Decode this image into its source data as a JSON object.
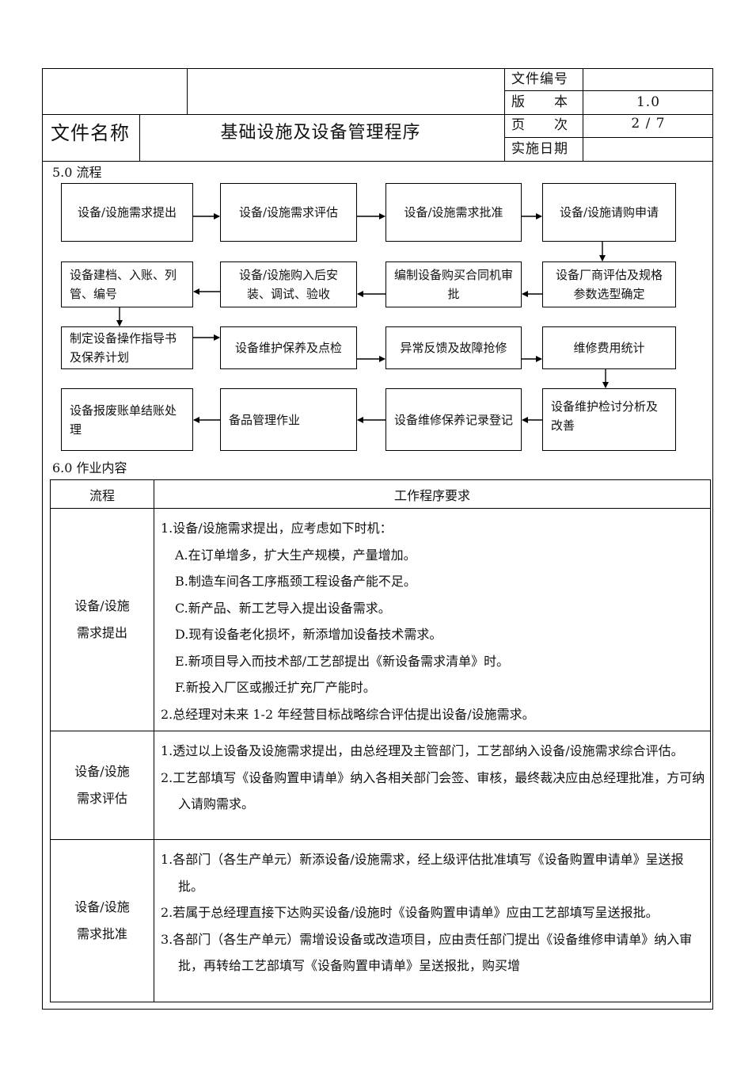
{
  "header": {
    "doc_name_label": "文件名称",
    "doc_title": "基础设施及设备管理程序",
    "meta": [
      {
        "label": "文件编号",
        "value": ""
      },
      {
        "label": "版　　本",
        "value": "1.0"
      },
      {
        "label": "页　　次",
        "value": "2 / 7"
      },
      {
        "label": "实施日期",
        "value": ""
      }
    ]
  },
  "section5": {
    "title": "5.0 流程",
    "steps": [
      "设备/设施需求提出",
      "设备/设施需求评估",
      "设备/设施需求批准",
      "设备/设施请购申请",
      "设备厂商评估及规格参数选型确定",
      "编制设备购买合同机审批",
      "设备/设施购入后安装、调试、验收",
      "设备建档、入账、列管、编号",
      "制定设备操作指导书及保养计划",
      "设备维护保养及点检",
      "异常反馈及故障抢修",
      "维修费用统计",
      "设备维护检讨分析及改善",
      "设备维修保养记录登记",
      "备品管理作业",
      "设备报废账单结账处理"
    ]
  },
  "section6": {
    "title": "6.0 作业内容",
    "col_flow": "流程",
    "col_req": "工作程序要求",
    "rows": [
      {
        "flow": [
          "设备/设施",
          "需求提出"
        ],
        "items": [
          {
            "text": "1.设备/设施需求提出，应考虑如下时机：",
            "subs": [
              "A.在订单增多，扩大生产规模，产量增加。",
              "B.制造车间各工序瓶颈工程设备产能不足。",
              "C.新产品、新工艺导入提出设备需求。",
              "D.现有设备老化损坏，新添增加设备技术需求。",
              "E.新项目导入而技术部/工艺部提出《新设备需求清单》时。",
              "F.新投入厂区或搬迁扩充厂产能时。"
            ]
          },
          {
            "text": "2.总经理对未来 1-2 年经营目标战略综合评估提出设备/设施需求。",
            "subs": []
          }
        ]
      },
      {
        "flow": [
          "设备/设施",
          "需求评估"
        ],
        "items": [
          {
            "text": "1.透过以上设备及设施需求提出，由总经理及主管部门，工艺部纳入设备/设施需求综合评估。",
            "subs": []
          },
          {
            "text": "2.工艺部填写《设备购置申请单》纳入各相关部门会签、审核，最终裁决应由总经理批准，方可纳入请购需求。",
            "subs": []
          }
        ]
      },
      {
        "flow": [
          "设备/设施",
          "需求批准"
        ],
        "items": [
          {
            "text": "1.各部门（各生产单元）新添设备/设施需求，经上级评估批准填写《设备购置申请单》呈送报批。",
            "subs": []
          },
          {
            "text": "2.若属于总经理直接下达购买设备/设施时《设备购置申请单》应由工艺部填写呈送报批。",
            "subs": []
          },
          {
            "text": "3.各部门（各生产单元）需增设设备或改造项目，应由责任部门提出《设备维修申请单》纳入审批，再转给工艺部填写《设备购置申请单》呈送报批，购买增",
            "subs": []
          }
        ]
      }
    ]
  }
}
